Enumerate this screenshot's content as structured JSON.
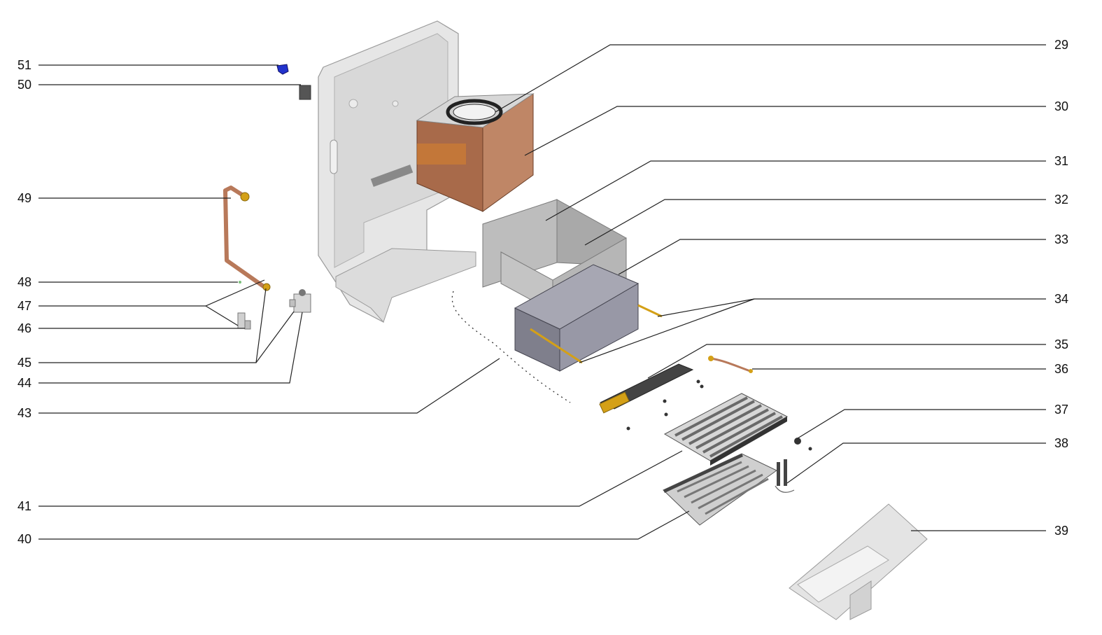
{
  "diagram": {
    "left_labels": [
      "51",
      "50",
      "49",
      "48",
      "47",
      "46",
      "45",
      "44",
      "43",
      "41",
      "40"
    ],
    "right_labels": [
      "29",
      "30",
      "31",
      "32",
      "33",
      "34",
      "35",
      "36",
      "37",
      "38",
      "39"
    ]
  },
  "colors": {
    "frame": "#e3e3e3",
    "frame_edge": "#9a9a9a",
    "copper": "#b8795a",
    "box_grey": "#b3b3b3",
    "dark_box": "#8e8e9a",
    "gold": "#d4a017",
    "leader": "#222222",
    "clip_blue": "#2233cc"
  }
}
